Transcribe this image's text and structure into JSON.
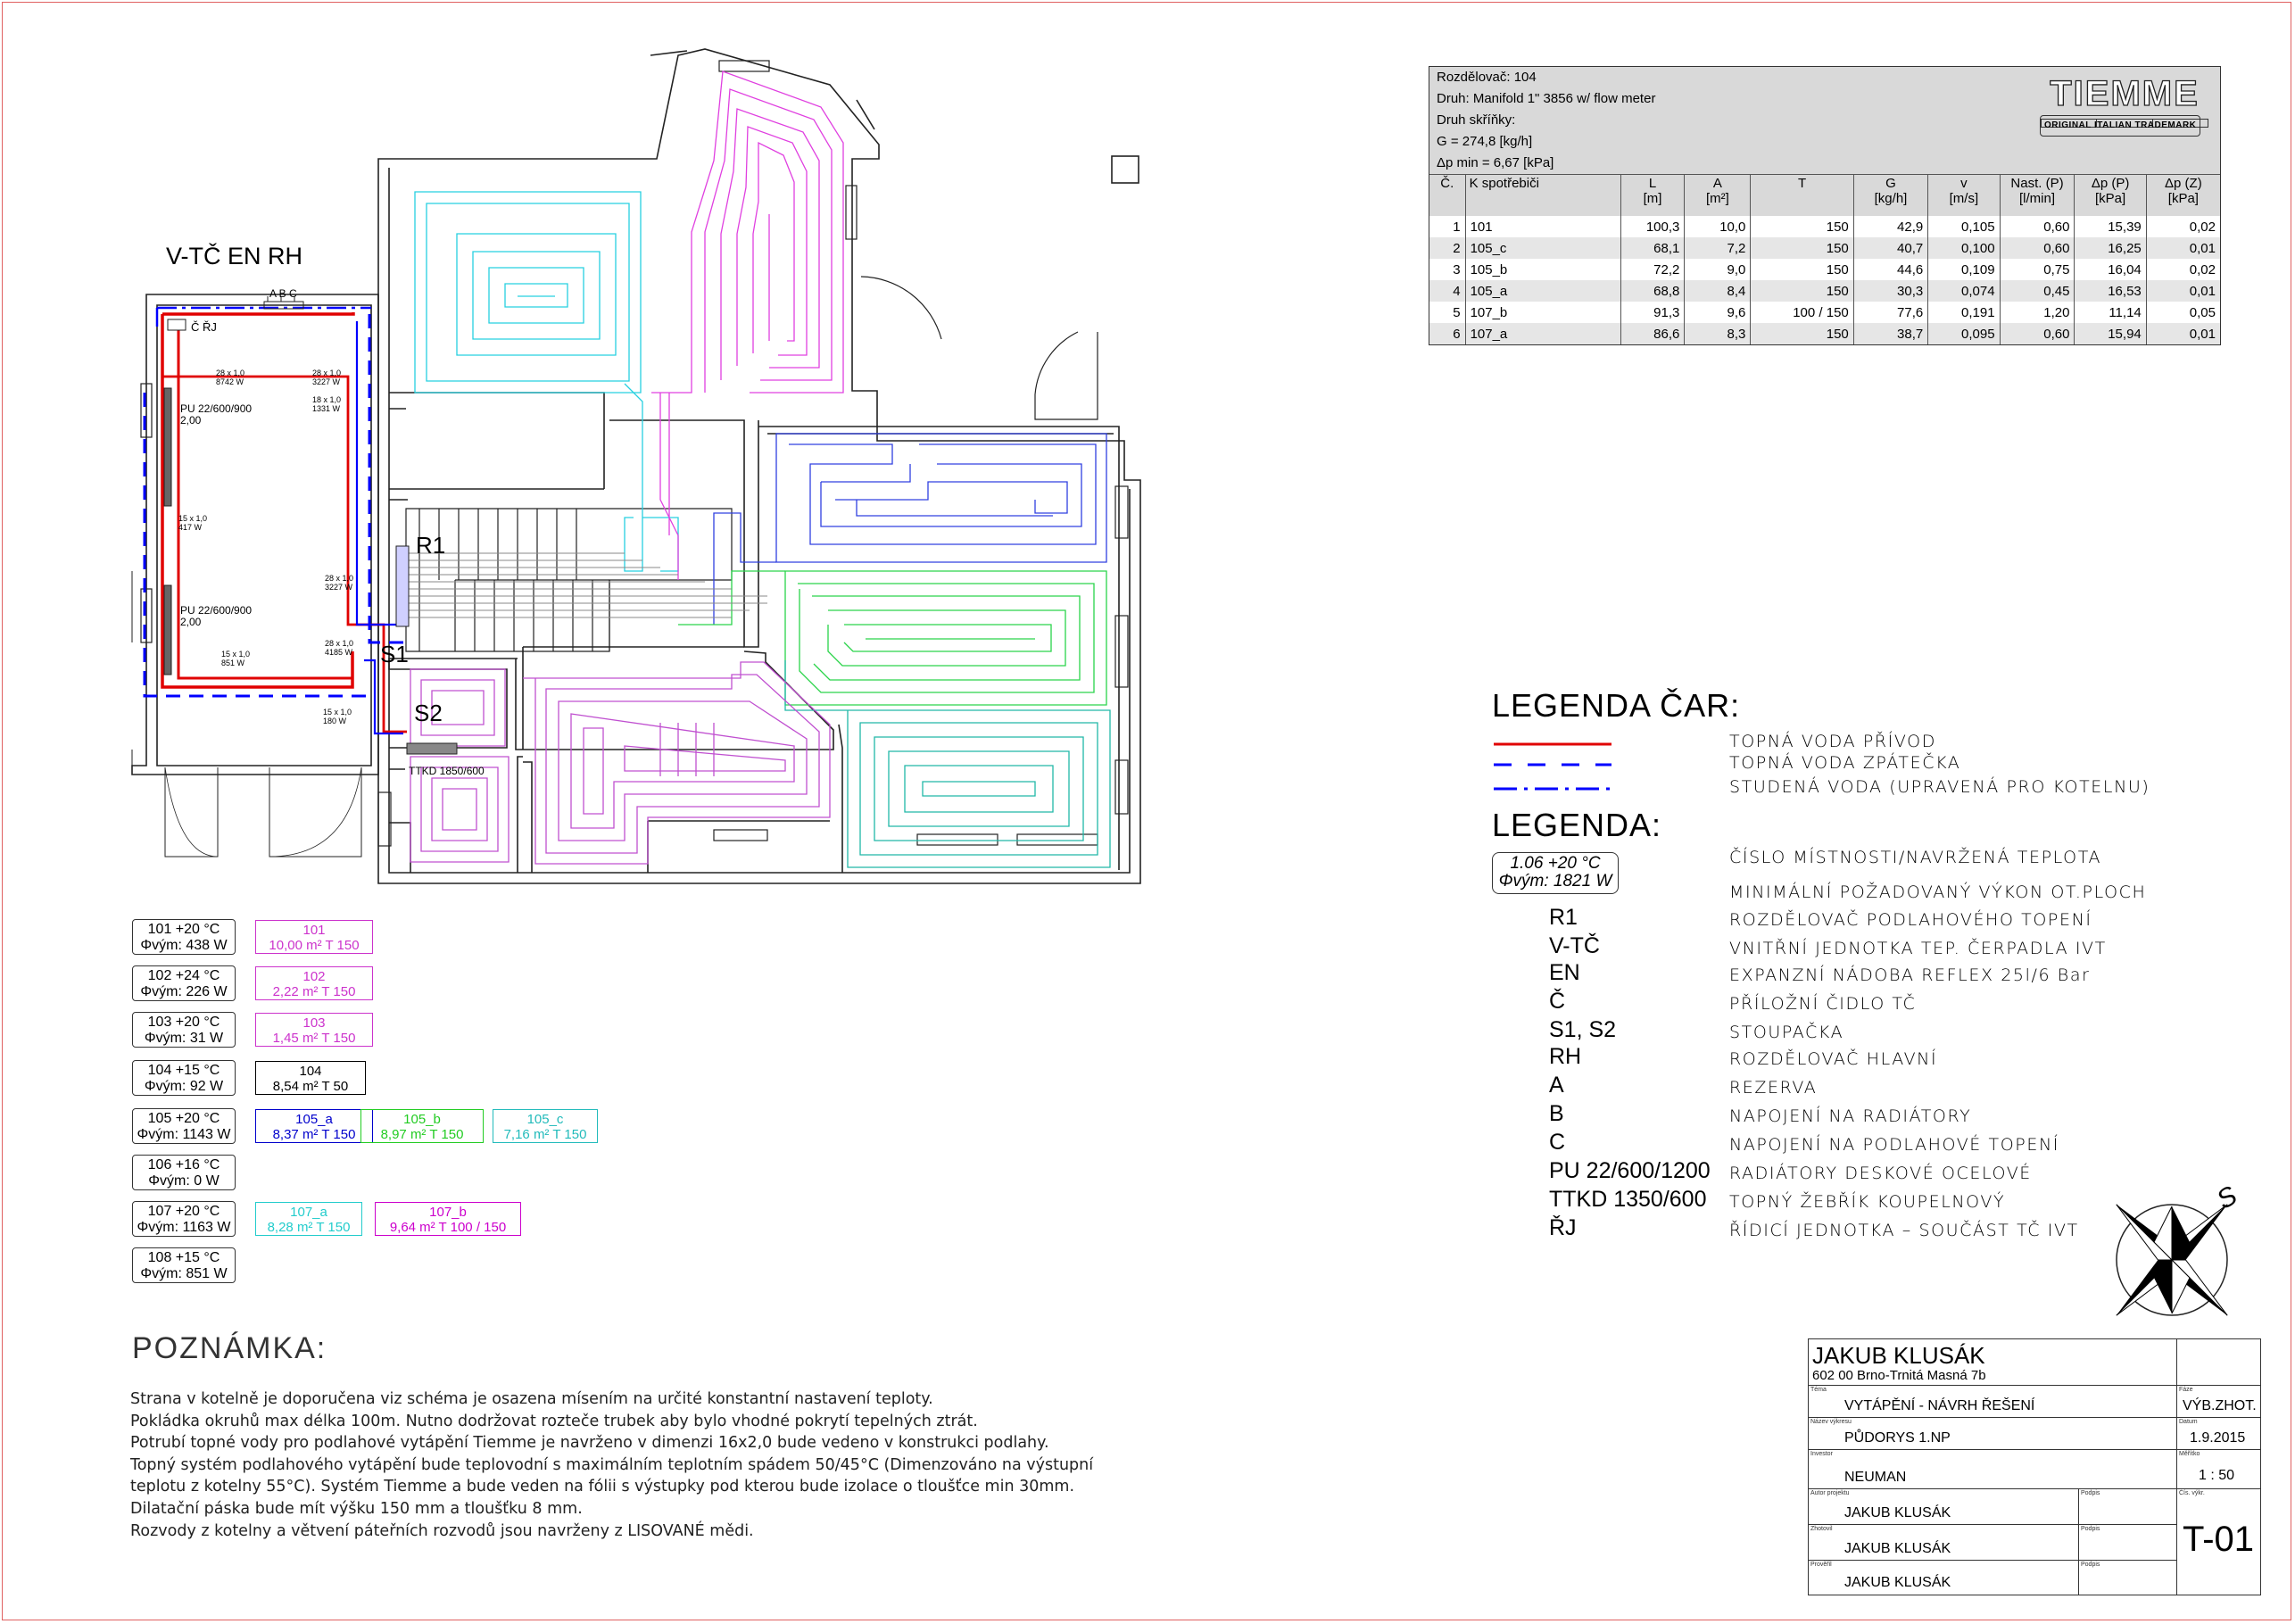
{
  "vtc_label": "V-TČ EN RH",
  "abc_label": "A B C",
  "rj_label": "Č ŘJ",
  "riser_labels": {
    "r1": "R1",
    "s1": "S1",
    "s2": "S2"
  },
  "boiler_room": {
    "radiator_1": {
      "name": "PU 22/600/900",
      "value": "2,00"
    },
    "radiator_2": {
      "name": "PU 22/600/900",
      "value": "2,00"
    },
    "pipes": [
      {
        "size": "28 x 1,0",
        "power": "8742 W"
      },
      {
        "size": "28 x 1,0",
        "power": "3227 W"
      },
      {
        "size": "18 x 1,0",
        "power": "1331 W"
      },
      {
        "size": "15 x 1,0",
        "power": "417 W"
      },
      {
        "size": "28 x 1,0",
        "power": "3227 W"
      },
      {
        "size": "28 x 1,0",
        "power": "4185 W"
      },
      {
        "size": "15 x 1,0",
        "power": "851 W"
      },
      {
        "size": "15 x 1,0",
        "power": "180 W"
      }
    ],
    "ttkd": "TTKD 1850/600"
  },
  "manifold": {
    "rozdelovac": "Rozdělovač: 104",
    "druh": "Druh: Manifold 1\" 3856 w/ flow meter",
    "druh_skrinky": "Druh skříňky:",
    "g": "G = 274,8 [kg/h]",
    "dp_min": "Δp min = 6,67 [kPa]",
    "brand": "TIEMME",
    "brand_tag": "ORIGINAL ITALIAN TRADEMARK",
    "headers": [
      {
        "name": "Č.",
        "unit": ""
      },
      {
        "name": "K spotřebiči",
        "unit": ""
      },
      {
        "name": "L",
        "unit": "[m]"
      },
      {
        "name": "A",
        "unit": "[m²]"
      },
      {
        "name": "T",
        "unit": ""
      },
      {
        "name": "G",
        "unit": "[kg/h]"
      },
      {
        "name": "v",
        "unit": "[m/s]"
      },
      {
        "name": "Nast. (P)",
        "unit": "[l/min]"
      },
      {
        "name": "Δp (P)",
        "unit": "[kPa]"
      },
      {
        "name": "Δp (Z)",
        "unit": "[kPa]"
      }
    ],
    "rows": [
      [
        "1",
        "101",
        "100,3",
        "10,0",
        "150",
        "42,9",
        "0,105",
        "0,60",
        "15,39",
        "0,02"
      ],
      [
        "2",
        "105_c",
        "68,1",
        "7,2",
        "150",
        "40,7",
        "0,100",
        "0,60",
        "16,25",
        "0,01"
      ],
      [
        "3",
        "105_b",
        "72,2",
        "9,0",
        "150",
        "44,6",
        "0,109",
        "0,75",
        "16,04",
        "0,02"
      ],
      [
        "4",
        "105_a",
        "68,8",
        "8,4",
        "150",
        "30,3",
        "0,074",
        "0,45",
        "16,53",
        "0,01"
      ],
      [
        "5",
        "107_b",
        "91,3",
        "9,6",
        "100 / 150",
        "77,6",
        "0,191",
        "1,20",
        "11,14",
        "0,05"
      ],
      [
        "6",
        "107_a",
        "86,6",
        "8,3",
        "150",
        "38,7",
        "0,095",
        "0,60",
        "15,94",
        "0,01"
      ]
    ]
  },
  "legend_lines": {
    "title": "LEGENDA ČAR:",
    "items": [
      {
        "text": "TOPNÁ VODA PŘÍVOD",
        "color": "#e00000"
      },
      {
        "text": "TOPNÁ VODA ZPÁTEČKA",
        "color": "#0000ff"
      },
      {
        "text": "STUDENÁ VODA (UPRAVENÁ PRO KOTELNU)",
        "color": "#0000ff"
      }
    ]
  },
  "legend": {
    "title": "LEGENDA:",
    "sample_tag": {
      "line1": "1.06 +20 °C",
      "line2": "Φvým: 1821 W"
    },
    "sample_desc1": "ČÍSLO MÍSTNOSTI/NAVRŽENÁ TEPLOTA",
    "sample_desc2": "MINIMÁLNÍ POŽADOVANÝ VÝKON OT.PLOCH",
    "items": [
      {
        "key": "R1",
        "text": "ROZDĚLOVAČ PODLAHOVÉHO TOPENÍ"
      },
      {
        "key": "V-TČ",
        "text": "VNITŘNÍ JEDNOTKA TEP. ČERPADLA IVT"
      },
      {
        "key": "EN",
        "text": "EXPANZNÍ NÁDOBA REFLEX 25l/6 Bar"
      },
      {
        "key": "Č",
        "text": "PŘÍLOŽNÍ ČIDLO TČ"
      },
      {
        "key": "S1, S2",
        "text": "STOUPAČKA"
      },
      {
        "key": "RH",
        "text": "ROZDĚLOVAČ HLAVNÍ"
      },
      {
        "key": "A",
        "text": "REZERVA"
      },
      {
        "key": "B",
        "text": "NAPOJENÍ NA RADIÁTORY"
      },
      {
        "key": "C",
        "text": "NAPOJENÍ NA PODLAHOVÉ TOPENÍ"
      },
      {
        "key": "PU 22/600/1200",
        "text": "RADIÁTORY DESKOVÉ OCELOVÉ"
      },
      {
        "key": "TTKD 1350/600",
        "text": "TOPNÝ ŽEBŘÍK KOUPELNOVÝ"
      },
      {
        "key": "ŘJ",
        "text": "ŘÍDICÍ JEDNOTKA – SOUČÁST TČ IVT"
      }
    ]
  },
  "compass_label": "S",
  "rooms": [
    {
      "line1": "101  +20 °C",
      "line2": "Φvým: 438 W",
      "floors": [
        {
          "line1": "101",
          "line2": "10,00 m²  T 150",
          "color": "#cc33cc"
        }
      ]
    },
    {
      "line1": "102  +24 °C",
      "line2": "Φvým: 226 W",
      "floors": [
        {
          "line1": "102",
          "line2": "2,22 m²  T 150",
          "color": "#cc33cc"
        }
      ]
    },
    {
      "line1": "103  +20 °C",
      "line2": "Φvým: 31 W",
      "floors": [
        {
          "line1": "103",
          "line2": "1,45 m²  T 150",
          "color": "#cc33cc"
        }
      ]
    },
    {
      "line1": "104  +15 °C",
      "line2": "Φvým: 92 W",
      "floors": [
        {
          "line1": "104",
          "line2": "8,54 m²  T 50",
          "color": "#000000"
        }
      ]
    },
    {
      "line1": "105  +20 °C",
      "line2": "Φvým: 1143 W",
      "floors": [
        {
          "line1": "105_a",
          "line2": "8,37 m²  T 150",
          "color": "#0000cc"
        },
        {
          "line1": "105_b",
          "line2": "8,97 m²  T 150",
          "color": "#22cc22"
        },
        {
          "line1": "105_c",
          "line2": "7,16 m²  T 150",
          "color": "#22bbbb"
        }
      ]
    },
    {
      "line1": "106  +16 °C",
      "line2": "Φvým: 0 W",
      "floors": []
    },
    {
      "line1": "107  +20 °C",
      "line2": "Φvým: 1163 W",
      "floors": [
        {
          "line1": "107_a",
          "line2": "8,28 m²  T 150",
          "color": "#22cccc"
        },
        {
          "line1": "107_b",
          "line2": "9,64 m²  T 100 / 150",
          "color": "#cc00cc"
        }
      ]
    },
    {
      "line1": "108  +15 °C",
      "line2": "Φvým: 851 W",
      "floors": []
    }
  ],
  "note": {
    "title": "POZNÁMKA:",
    "lines": [
      "Strana v kotelně je doporučena viz schéma je osazena mísením na určité konstantní nastavení teploty.",
      "Pokládka okruhů max délka 100m. Nutno dodržovat rozteče trubek aby bylo vhodné pokrytí tepelných ztrát.",
      "Potrubí topné vody pro podlahové vytápění  Tiemme je navrženo v dimenzi 16x2,0 bude vedeno v konstrukci podlahy.",
      "Topný systém podlahového vytápění bude teplovodní s maximálním teplotním spádem 50/45°C (Dimenzováno na výstupní",
      "teplotu z kotelny 55°C). Systém Tiemme a bude veden na fólii s výstupky pod kterou bude izolace o tloušťce min 30mm.",
      "Dilatační páska bude  mít výšku 150 mm a tloušťku 8 mm.",
      "Rozvody z kotelny a větvení páteřních rozvodů jsou navrženy z LISOVANÉ mědi."
    ]
  },
  "title_block": {
    "author": "JAKUB KLUSÁK",
    "address": "602 00 Brno-Trnitá Masná 7b",
    "label_tema": "Téma",
    "tema": "VYTÁPĚNÍ - NÁVRH ŘEŠENÍ",
    "label_faze": "Fáze",
    "faze": "VÝB.ZHOT.",
    "label_nazev": "Název výkresu",
    "nazev": "PŮDORYS 1.NP",
    "label_datum": "Datum",
    "datum": "1.9.2015",
    "label_investor": "Investor",
    "investor": "NEUMAN",
    "label_meritko": "Měřítko",
    "meritko": "1 : 50",
    "label_autor": "Autor projektu",
    "autor": "JAKUB KLUSÁK",
    "label_podpis": "Podpis",
    "label_zhotovil": "Zhotovil",
    "zhotovil": "JAKUB KLUSÁK",
    "label_provedl": "Prověřil",
    "provedl": "JAKUB KLUSÁK",
    "label_cislo": "Čís. výkr.",
    "cislo": "T-01"
  }
}
